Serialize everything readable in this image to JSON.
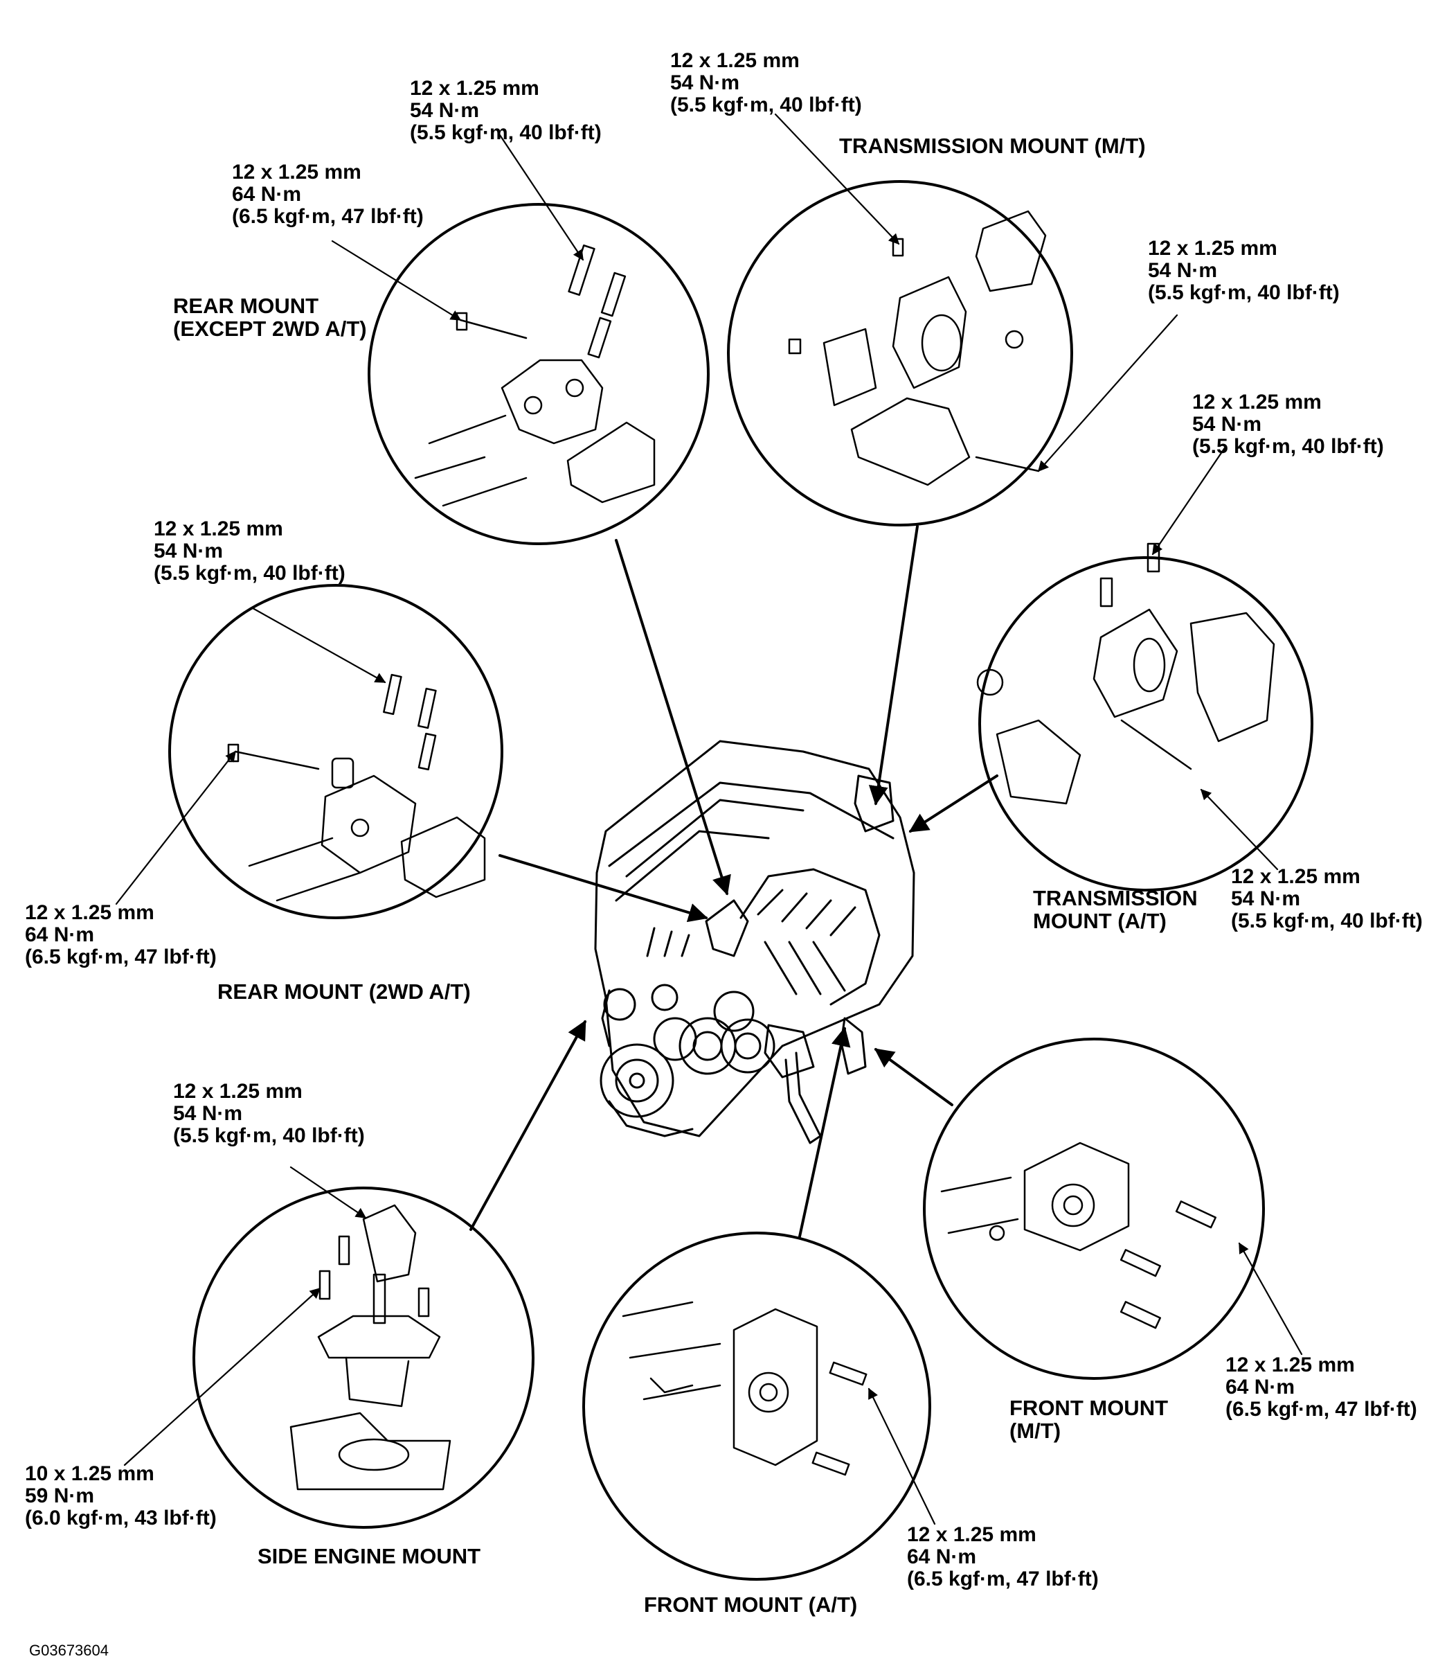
{
  "figure_id": "G03673604",
  "mounts": {
    "transmission_mt": {
      "title": [
        "TRANSMISSION MOUNT (M/T)"
      ]
    },
    "rear_except_2wd_at": {
      "title": [
        "REAR MOUNT",
        "(EXCEPT 2WD A/T)"
      ]
    },
    "rear_2wd_at": {
      "title": [
        "REAR MOUNT (2WD A/T)"
      ]
    },
    "transmission_at": {
      "title": [
        "TRANSMISSION",
        "MOUNT (A/T)"
      ]
    },
    "side_engine": {
      "title": [
        "SIDE ENGINE MOUNT"
      ]
    },
    "front_at": {
      "title": [
        "FRONT MOUNT (A/T)"
      ]
    },
    "front_mt": {
      "title": [
        "FRONT MOUNT",
        "(M/T)"
      ]
    }
  },
  "specs": [
    {
      "id": "tmt-top",
      "lines": [
        "12 x 1.25 mm",
        "54 N·m",
        "(5.5 kgf·m, 40 lbf·ft)"
      ]
    },
    {
      "id": "rex-top",
      "lines": [
        "12 x 1.25 mm",
        "54 N·m",
        "(5.5 kgf·m, 40 lbf·ft)"
      ]
    },
    {
      "id": "rex-left",
      "lines": [
        "12 x 1.25 mm",
        "64 N·m",
        "(6.5 kgf·m, 47 lbf·ft)"
      ]
    },
    {
      "id": "tmt-right",
      "lines": [
        "12 x 1.25 mm",
        "54 N·m",
        "(5.5 kgf·m, 40 lbf·ft)"
      ]
    },
    {
      "id": "tat-top",
      "lines": [
        "12 x 1.25 mm",
        "54 N·m",
        "(5.5 kgf·m, 40 lbf·ft)"
      ]
    },
    {
      "id": "r2wd-top",
      "lines": [
        "12 x 1.25 mm",
        "54 N·m",
        "(5.5 kgf·m, 40 lbf·ft)"
      ]
    },
    {
      "id": "r2wd-left",
      "lines": [
        "12 x 1.25 mm",
        "64 N·m",
        "(6.5 kgf·m, 47 lbf·ft)"
      ]
    },
    {
      "id": "tat-bottom",
      "lines": [
        "12 x 1.25 mm",
        "54 N·m",
        "(5.5 kgf·m, 40 lbf·ft)"
      ]
    },
    {
      "id": "side-top",
      "lines": [
        "12 x 1.25 mm",
        "54 N·m",
        "(5.5 kgf·m, 40 lbf·ft)"
      ]
    },
    {
      "id": "side-bottom",
      "lines": [
        "10 x 1.25 mm",
        "59 N·m",
        "(6.0 kgf·m, 43 lbf·ft)"
      ]
    },
    {
      "id": "fmt-right",
      "lines": [
        "12 x 1.25 mm",
        "64 N·m",
        "(6.5 kgf·m, 47 lbf·ft)"
      ]
    },
    {
      "id": "fat-right",
      "lines": [
        "12 x 1.25 mm",
        "64 N·m",
        "(6.5 kgf·m, 47 lbf·ft)"
      ]
    }
  ]
}
